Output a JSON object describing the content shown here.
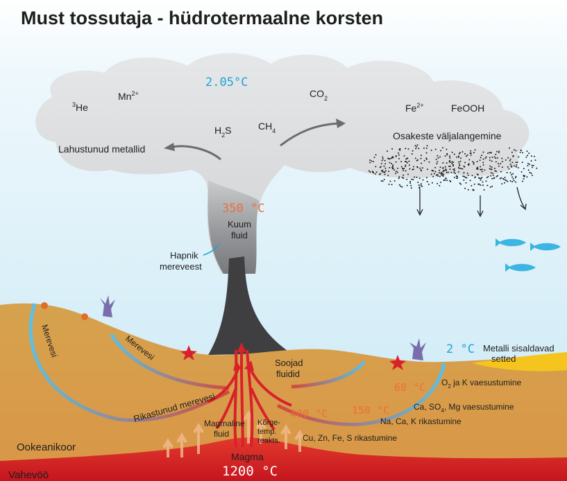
{
  "title": "Must tossutaja - hüdrotermaalne korsten",
  "plume": {
    "temp_top": "2.05°C",
    "chemicals": {
      "he": "He",
      "he_sup": "3",
      "mn": "Mn",
      "mn_sup": "2+",
      "co2": "CO",
      "co2_sub": "2",
      "fe": "Fe",
      "fe_sup": "2+",
      "feooh": "FeOOH",
      "h2s_h": "H",
      "h2s_sub": "2",
      "h2s_s": "S",
      "ch4": "CH",
      "ch4_sub": "4"
    },
    "dissolved_metals": "Lahustunud metallid",
    "precipitation": "Osakeste väljalangemine",
    "hot_temp": "350 °C",
    "hot_fluid_1": "Kuum",
    "hot_fluid_2": "fluid",
    "oxygen_1": "Hapnik",
    "oxygen_2": "mereveest"
  },
  "seafloor": {
    "seawater_left": "Merevesi",
    "seawater_mid": "Merevesi",
    "warm_fluids_1": "Soojad",
    "warm_fluids_2": "fluidid",
    "enriched_seawater": "Rikastunud merevesi",
    "magmatic_1": "Magmaline",
    "magmatic_2": "fluid",
    "hightemp_1": "Kõrge-",
    "hightemp_2": "temp.",
    "hightemp_3": "reakts.",
    "cu_zn": "Cu, Zn, Fe, S rikastumine",
    "na_ca_k": "Na, Ca, K rikastumine",
    "ca_so4_a": "Ca, SO",
    "ca_so4_sub": "4",
    "ca_so4_b": ", Mg vaesustumine",
    "o2_a": "O",
    "o2_sub": "2",
    "o2_b": " ja K vaesustumine",
    "temp_2": "2 °C",
    "temp_60": "60 °C",
    "temp_150": "150 °C",
    "temp_400": "400 °C",
    "sediments_1": "Metalli sisaldavad",
    "sediments_2": "setted",
    "ocean_crust": "Ookeanikoor",
    "mantle": "Vahevöö",
    "magma": "Magma",
    "magma_temp": "1200 °C"
  },
  "colors": {
    "sea": "#e3f3fb",
    "plume": "#d4d6d8",
    "crust": "#d9a64d",
    "magma": "#d8212a",
    "cyan": "#1fa3d6",
    "orange_temp": "#ec6f3a",
    "sediment": "#f5c51e"
  }
}
